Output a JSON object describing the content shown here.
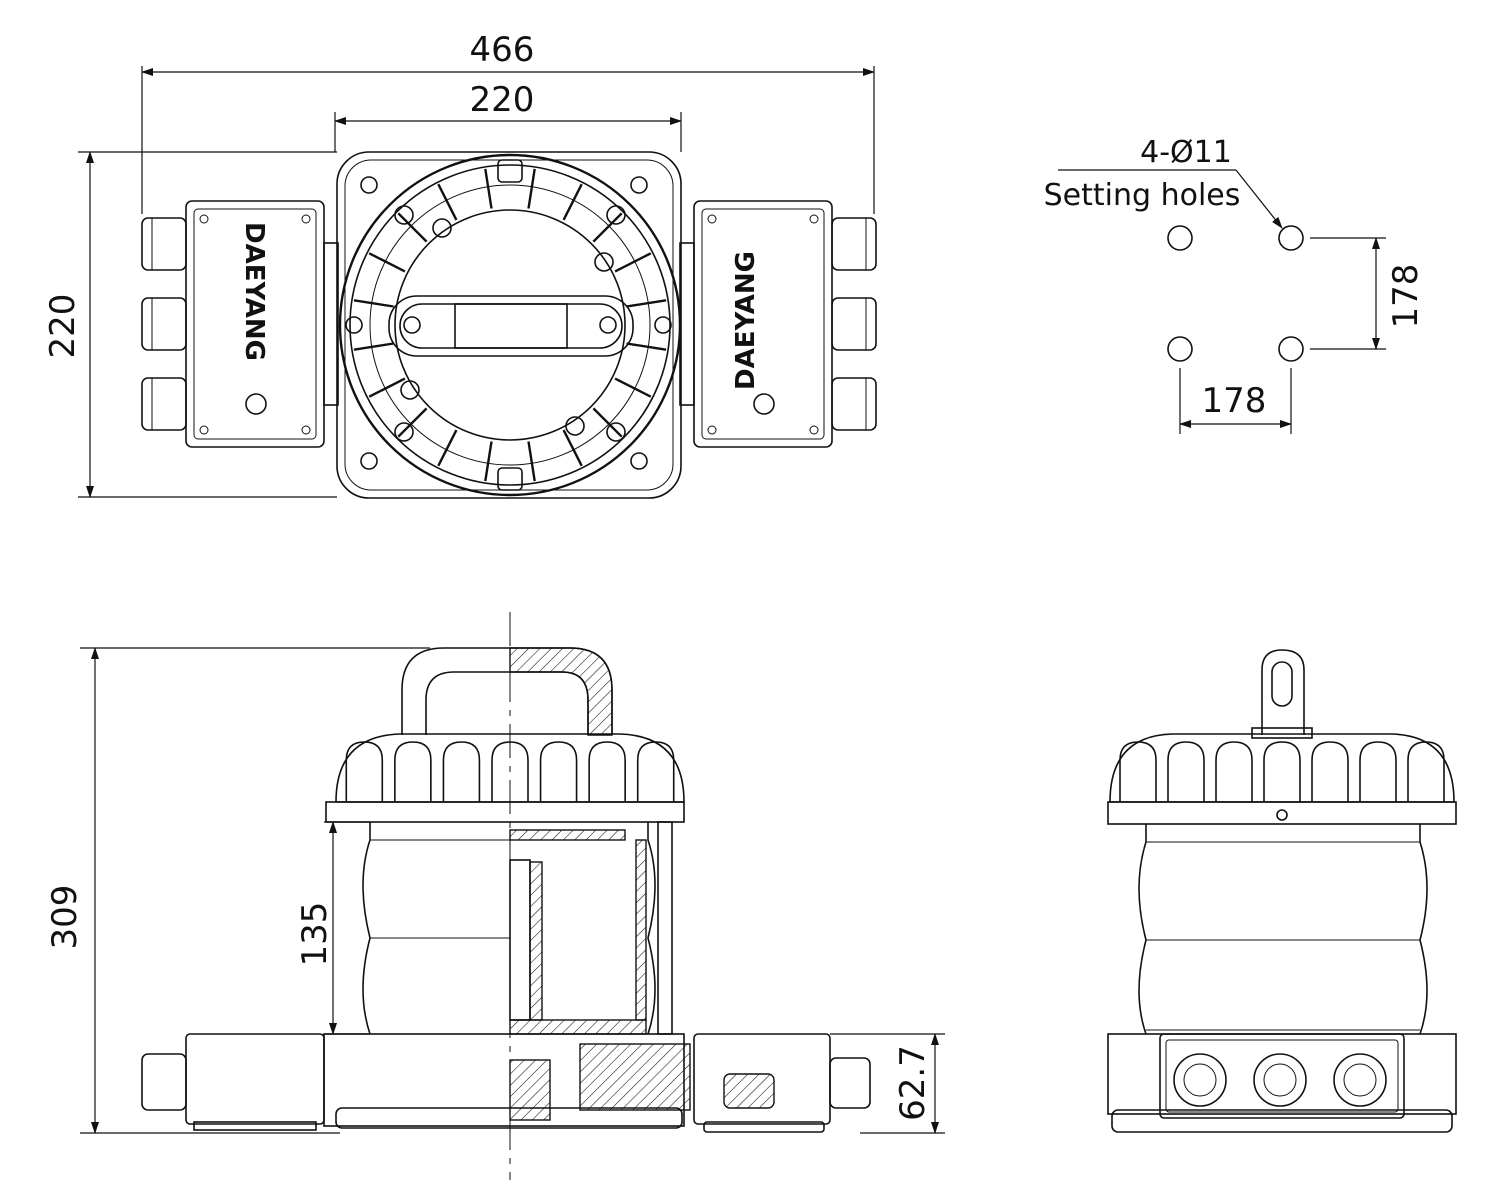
{
  "dimensions": {
    "top_overall_width": "466",
    "top_center_width": "220",
    "top_height": "220",
    "front_total_height": "309",
    "front_body_height": "135",
    "front_base_height": "62.7",
    "hole_spacing_vertical": "178",
    "hole_spacing_horizontal": "178"
  },
  "notes": {
    "hole_spec": "4-Ø11",
    "hole_label": "Setting holes"
  },
  "branding": {
    "left_box_logo": "DAEYANG",
    "right_box_logo": "DAEYANG"
  }
}
